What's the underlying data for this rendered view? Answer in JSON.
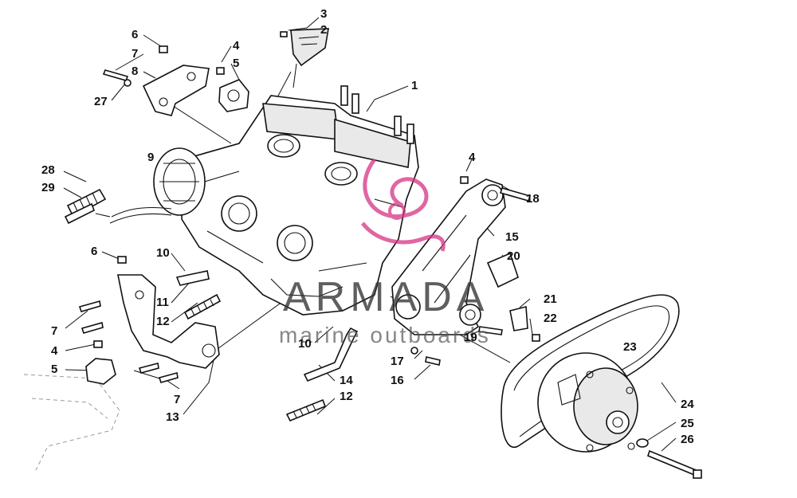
{
  "watermark": {
    "title": "ARMADA",
    "subtitle": "marine outboards",
    "logo_color": "#d63384"
  },
  "callouts": [
    {
      "id": "c1",
      "text": "1"
    },
    {
      "id": "c2",
      "text": "2"
    },
    {
      "id": "c3",
      "text": "3"
    },
    {
      "id": "c4a",
      "text": "4"
    },
    {
      "id": "c4b",
      "text": "4"
    },
    {
      "id": "c4c",
      "text": "4"
    },
    {
      "id": "c5a",
      "text": "5"
    },
    {
      "id": "c5b",
      "text": "5"
    },
    {
      "id": "c6a",
      "text": "6"
    },
    {
      "id": "c6b",
      "text": "6"
    },
    {
      "id": "c7a",
      "text": "7"
    },
    {
      "id": "c7b",
      "text": "7"
    },
    {
      "id": "c7c",
      "text": "7"
    },
    {
      "id": "c8",
      "text": "8"
    },
    {
      "id": "c9",
      "text": "9"
    },
    {
      "id": "c10a",
      "text": "10"
    },
    {
      "id": "c10b",
      "text": "10"
    },
    {
      "id": "c11",
      "text": "11"
    },
    {
      "id": "c12a",
      "text": "12"
    },
    {
      "id": "c12b",
      "text": "12"
    },
    {
      "id": "c13",
      "text": "13"
    },
    {
      "id": "c14",
      "text": "14"
    },
    {
      "id": "c15",
      "text": "15"
    },
    {
      "id": "c16",
      "text": "16"
    },
    {
      "id": "c17",
      "text": "17"
    },
    {
      "id": "c18",
      "text": "18"
    },
    {
      "id": "c19",
      "text": "19"
    },
    {
      "id": "c20",
      "text": "20"
    },
    {
      "id": "c21",
      "text": "21"
    },
    {
      "id": "c22",
      "text": "22"
    },
    {
      "id": "c23",
      "text": "23"
    },
    {
      "id": "c24",
      "text": "24"
    },
    {
      "id": "c25",
      "text": "25"
    },
    {
      "id": "c26",
      "text": "26"
    },
    {
      "id": "c27",
      "text": "27"
    },
    {
      "id": "c28",
      "text": "28"
    },
    {
      "id": "c29",
      "text": "29"
    }
  ]
}
